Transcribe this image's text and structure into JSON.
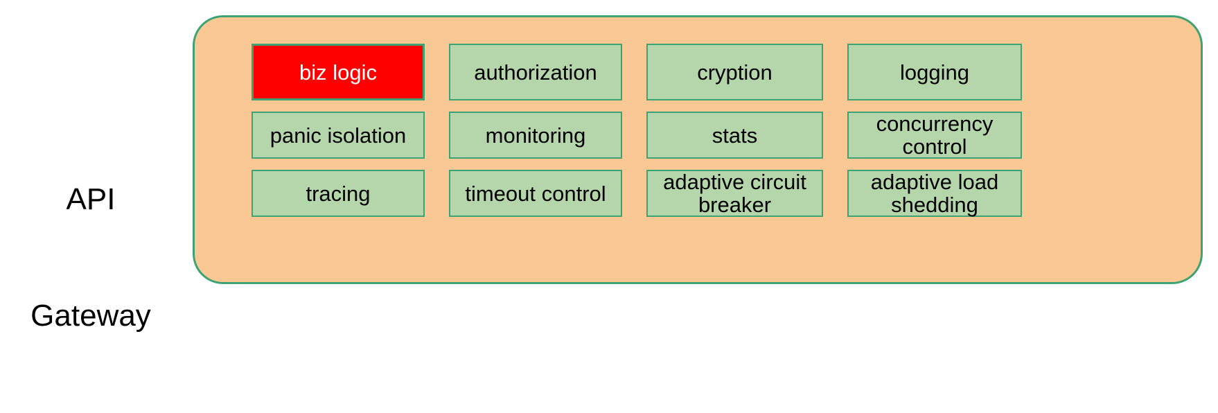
{
  "diagram": {
    "title_lines": [
      "API",
      "Gateway"
    ],
    "container_name": "api-gateway-container",
    "colors": {
      "container_fill": "#fac894",
      "container_border": "#3da372",
      "box_fill": "#b5d5ab",
      "box_border": "#3da372",
      "highlight_fill": "#ff0000",
      "highlight_text": "#ffffff",
      "text": "#000000",
      "page_background": "#ffffff"
    },
    "rows": [
      {
        "row_label": "row-1",
        "cells": [
          {
            "label": "biz logic",
            "highlighted": true
          },
          {
            "label": "authorization",
            "highlighted": false
          },
          {
            "label": "cryption",
            "highlighted": false
          },
          {
            "label": "logging",
            "highlighted": false
          }
        ]
      },
      {
        "row_label": "row-2",
        "cells": [
          {
            "label": "panic isolation",
            "highlighted": false
          },
          {
            "label": "monitoring",
            "highlighted": false
          },
          {
            "label": "stats",
            "highlighted": false
          },
          {
            "label": "concurrency\ncontrol",
            "highlighted": false
          }
        ]
      },
      {
        "row_label": "row-3",
        "cells": [
          {
            "label": "tracing",
            "highlighted": false
          },
          {
            "label": "timeout control",
            "highlighted": false
          },
          {
            "label": "adaptive circuit\nbreaker",
            "highlighted": false
          },
          {
            "label": "adaptive load\nshedding",
            "highlighted": false
          }
        ]
      }
    ]
  }
}
